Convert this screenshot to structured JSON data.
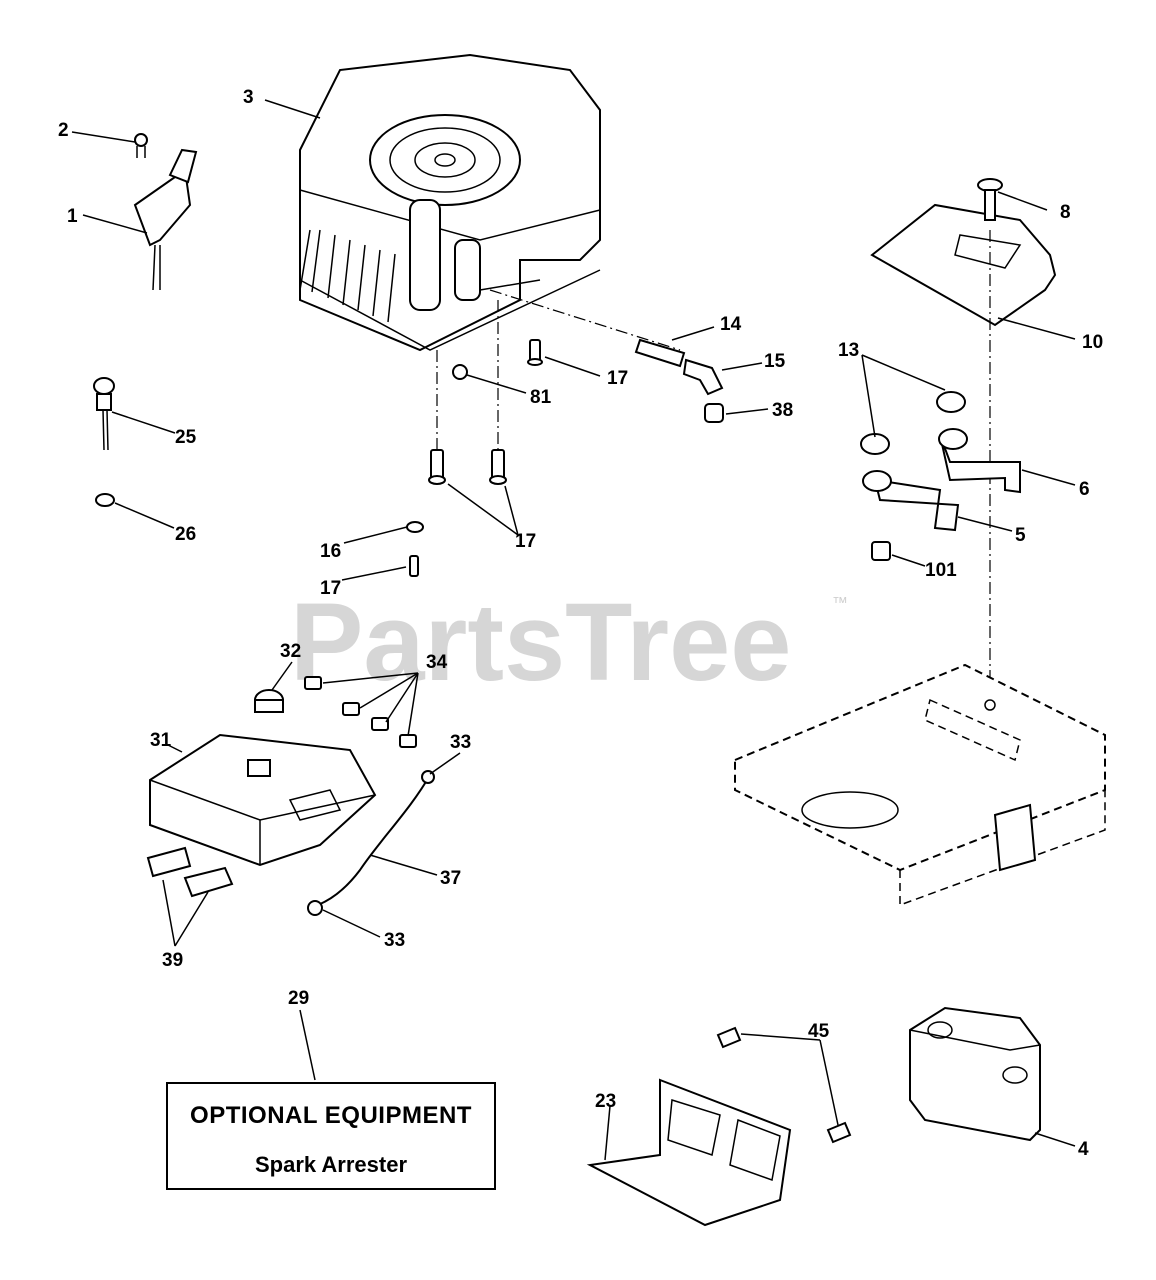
{
  "watermark": {
    "text": "PartsTree",
    "trademark": "™"
  },
  "callouts": {
    "c1": "1",
    "c2": "2",
    "c3": "3",
    "c4": "4",
    "c5": "5",
    "c6": "6",
    "c8": "8",
    "c10": "10",
    "c13": "13",
    "c14": "14",
    "c15": "15",
    "c16": "16",
    "c17a": "17",
    "c17b": "17",
    "c17c": "17",
    "c23": "23",
    "c25": "25",
    "c26": "26",
    "c29": "29",
    "c31": "31",
    "c32": "32",
    "c33a": "33",
    "c33b": "33",
    "c34": "34",
    "c37": "37",
    "c38": "38",
    "c39": "39",
    "c45": "45",
    "c81": "81",
    "c101": "101"
  },
  "optional_equipment": {
    "title": "OPTIONAL EQUIPMENT",
    "item": "Spark Arrester"
  }
}
